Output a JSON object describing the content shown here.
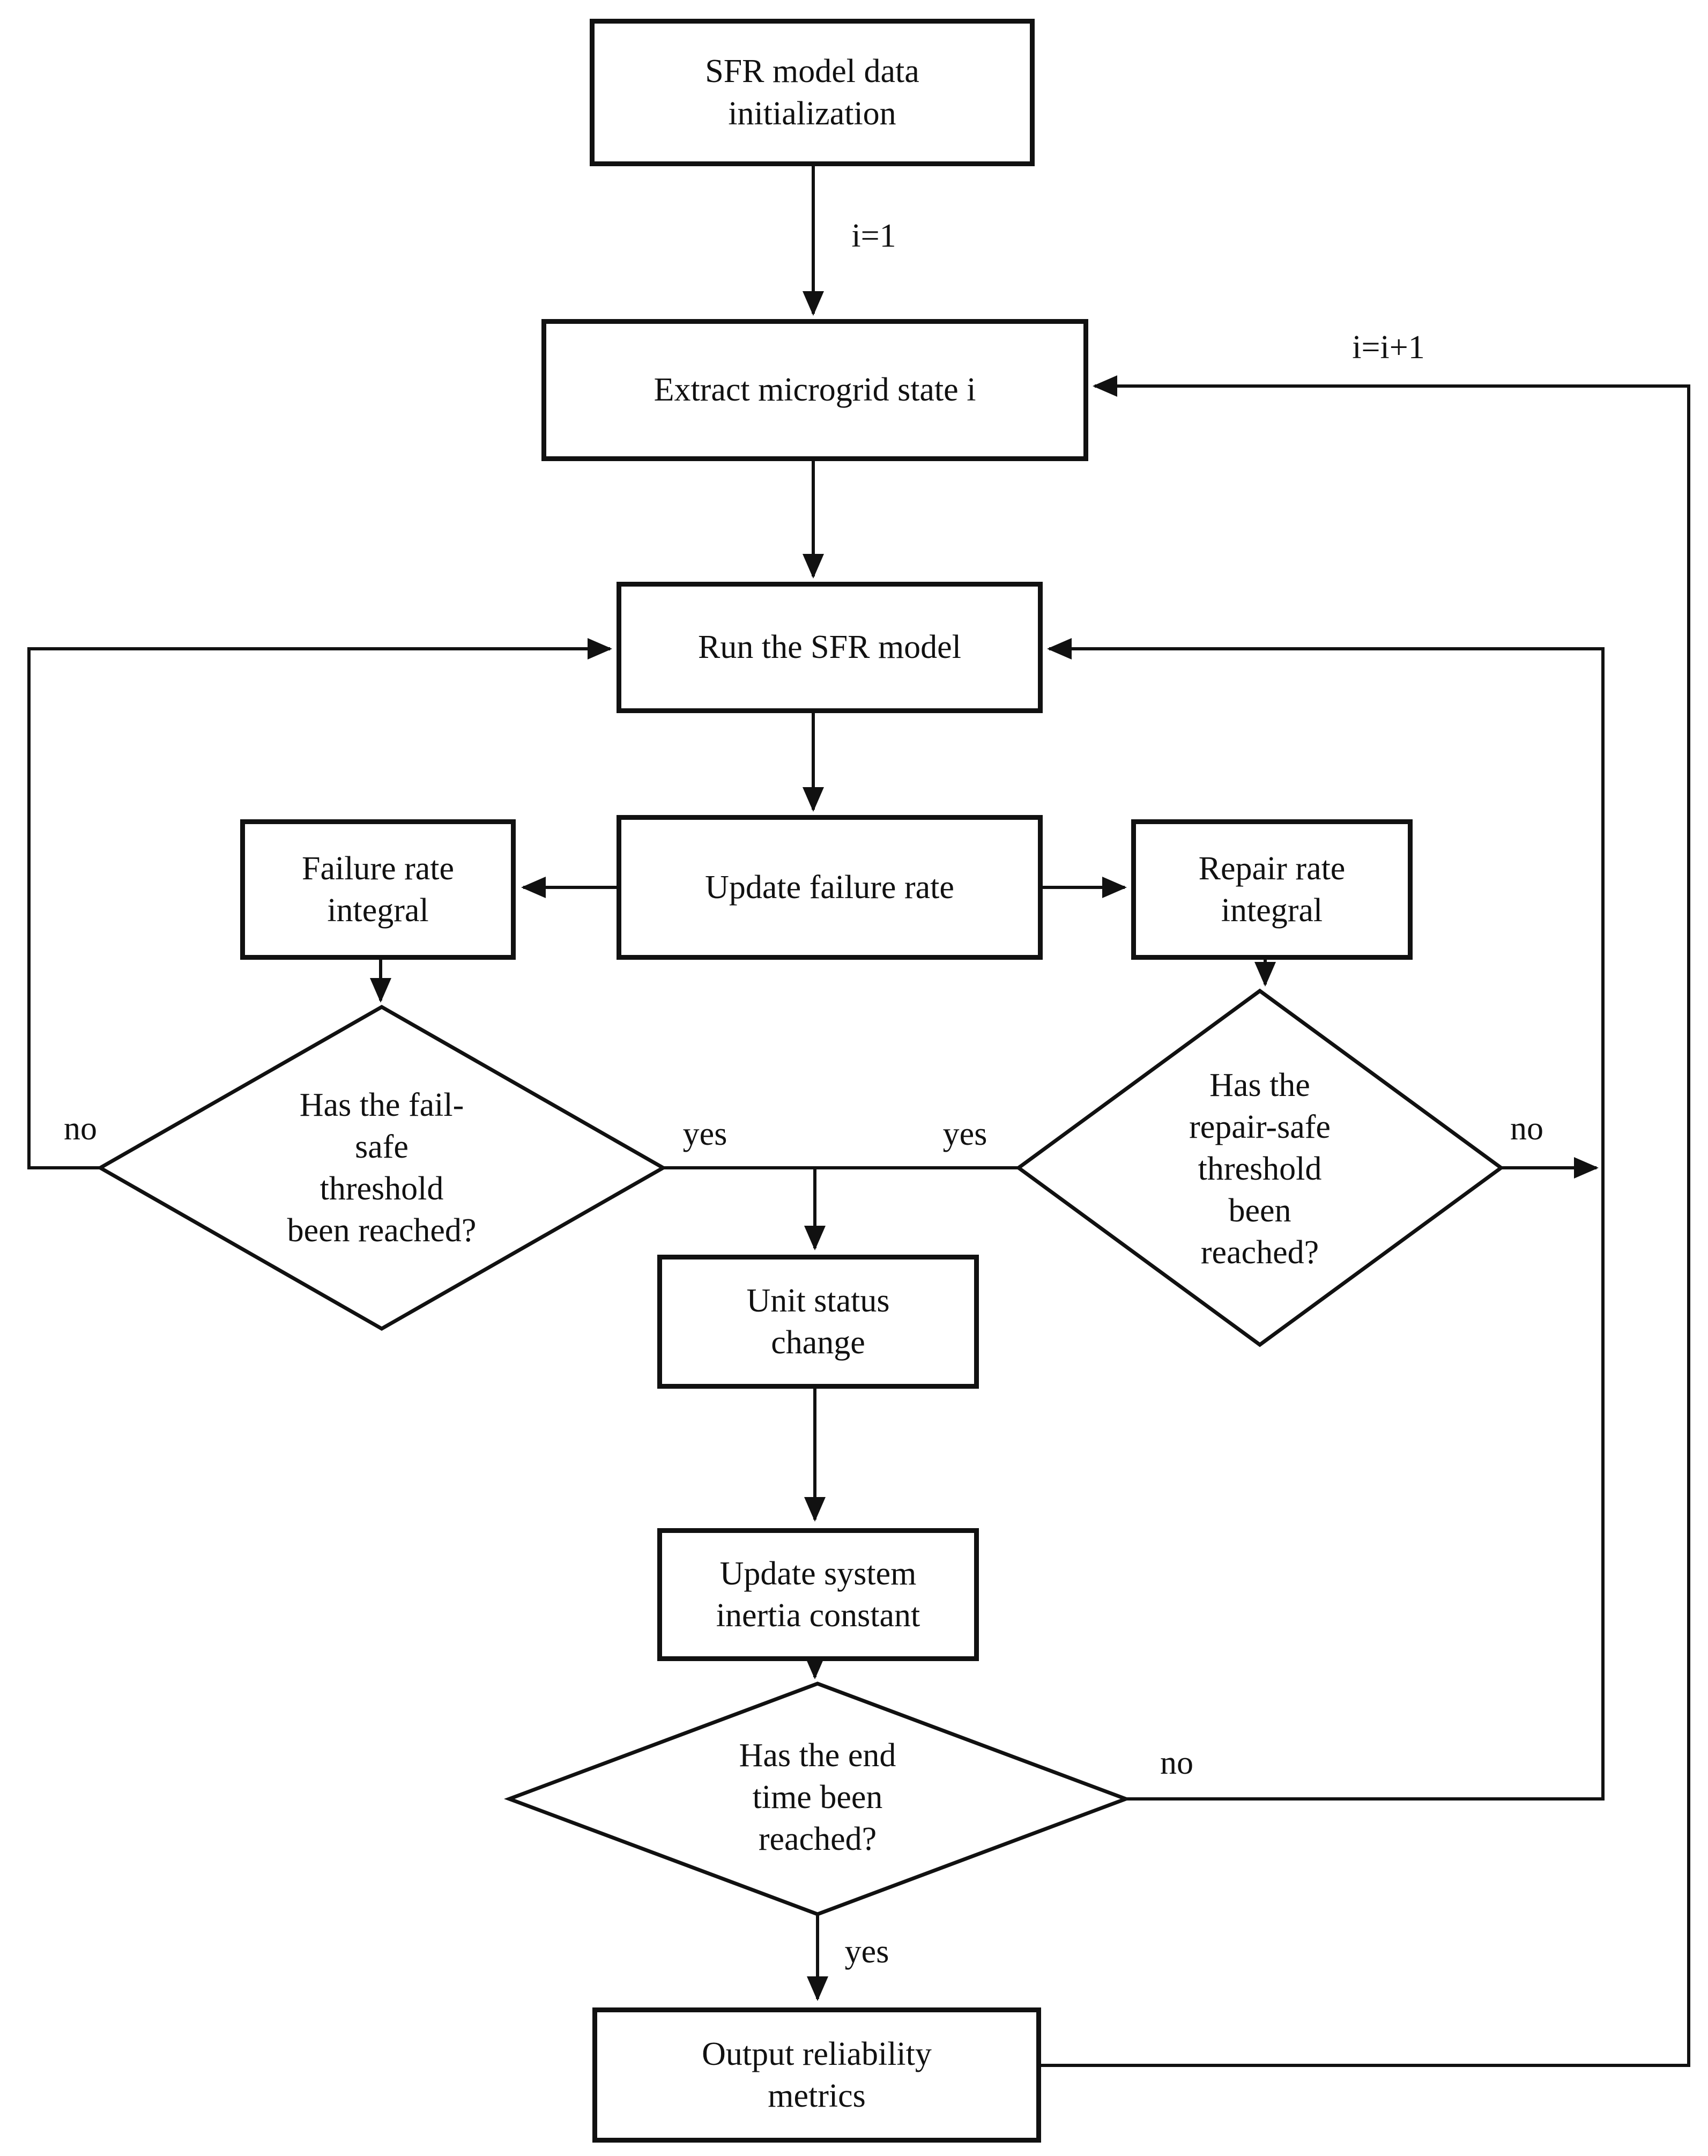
{
  "figure": {
    "type": "flowchart",
    "background_color": "#ffffff",
    "line_color": "#111111",
    "nodes": {
      "init": "SFR model data\ninitialization",
      "extract": "Extract microgrid state i",
      "run": "Run the SFR model",
      "update_failure": "Update failure rate",
      "failure_integral": "Failure rate\nintegral",
      "repair_integral": "Repair rate\nintegral",
      "fail_safe_decision": "Has the fail-\nsafe\nthreshold\nbeen reached?",
      "repair_safe_decision": "Has the\nrepair-safe\nthreshold\nbeen\nreached?",
      "unit_status": "Unit status\nchange",
      "update_inertia": "Update system\ninertia constant",
      "end_time_decision": "Has the end\ntime been\nreached?",
      "output": "Output reliability\nmetrics"
    },
    "edge_labels": {
      "i_init": "i=1",
      "i_increment": "i=i+1",
      "fail_no": "no",
      "fail_yes": "yes",
      "repair_yes": "yes",
      "repair_no": "no",
      "end_no": "no",
      "end_yes": "yes"
    }
  }
}
